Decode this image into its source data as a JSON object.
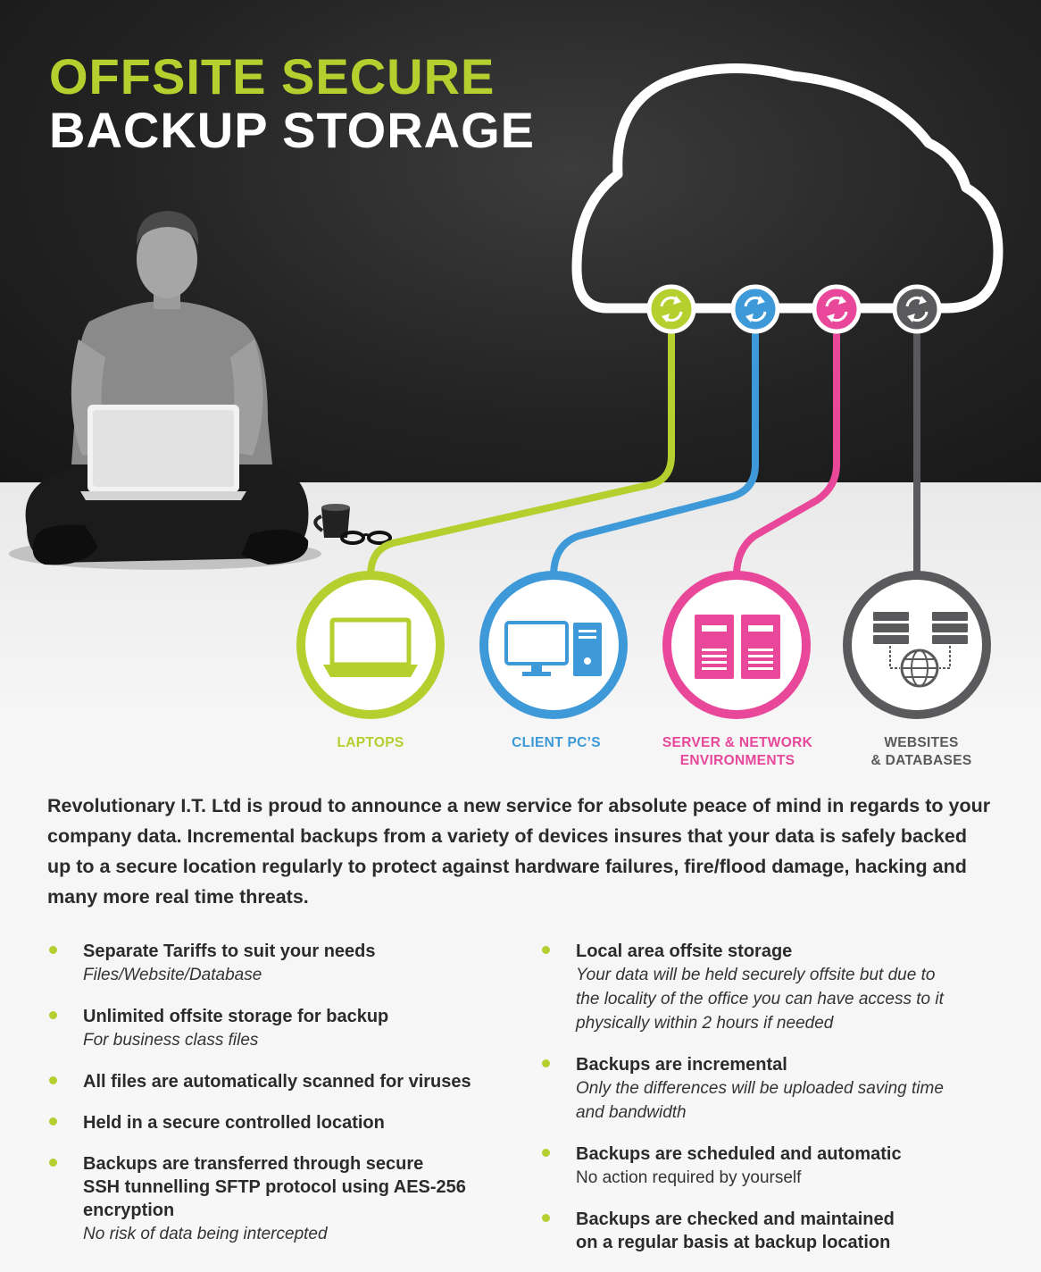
{
  "title": {
    "line1": "OFFSITE SECURE",
    "line2": "BACKUP STORAGE"
  },
  "colors": {
    "lime": "#b5cf2e",
    "blue": "#3d99d8",
    "pink": "#e8479a",
    "gray": "#5a5a5c",
    "text": "#2b2b2b"
  },
  "categories": [
    {
      "label": "LAPTOPS",
      "icon": "laptop-icon",
      "color": "#b5cf2e"
    },
    {
      "label": "CLIENT PC’S",
      "icon": "desktop-pc-icon",
      "color": "#3d99d8"
    },
    {
      "label": "SERVER & NETWORK\nENVIRONMENTS",
      "icon": "server-icon",
      "color": "#e8479a"
    },
    {
      "label": "WEBSITES\n& DATABASES",
      "icon": "web-database-icon",
      "color": "#5a5a5c"
    }
  ],
  "intro": "Revolutionary I.T. Ltd is proud to announce a new service for absolute peace of mind in regards to your company data.  Incremental backups from a variety of devices insures that your data is safely backed up to a secure location regularly to protect against hardware failures, fire/flood damage, hacking and many more real time threats.",
  "features_left": [
    {
      "title": "Separate Tariffs to suit your needs",
      "desc": "Files/Website/Database",
      "italic": true
    },
    {
      "title": "Unlimited offsite storage for backup",
      "desc": "For business class files",
      "italic": true
    },
    {
      "title": "All files are automatically scanned for viruses",
      "desc": "",
      "italic": true
    },
    {
      "title": "Held in a secure controlled location",
      "desc": "",
      "italic": true
    },
    {
      "title": "Backups are transferred through secure\nSSH tunnelling SFTP protocol using AES-256\nencryption",
      "desc": "No risk of data being intercepted",
      "italic": true
    }
  ],
  "features_right": [
    {
      "title": "Local area offsite storage",
      "desc": "Your data will be held securely offsite but due to\nthe locality of the office you can have access to it\nphysically within 2 hours if needed",
      "italic": true
    },
    {
      "title": "Backups are incremental",
      "desc": "Only the differences will be uploaded saving time\nand bandwidth",
      "italic": true
    },
    {
      "title": "Backups are scheduled and automatic",
      "desc": "No action required by yourself",
      "italic": false
    },
    {
      "title": "Backups are checked and maintained\non a regular basis at backup location",
      "desc": "",
      "italic": true
    }
  ]
}
